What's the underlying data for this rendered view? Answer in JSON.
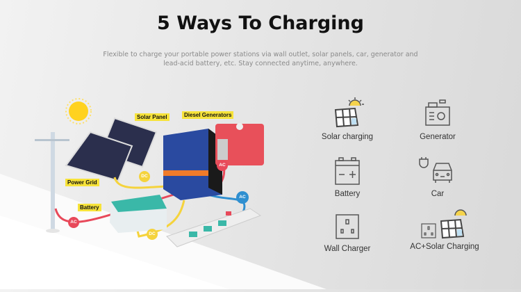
{
  "header": {
    "title": "5 Ways To Charging",
    "subtitle_line1": "Flexible to charge your portable power stations via wall outlet, solar panels, car, generator and",
    "subtitle_line2": "lead-acid battery, etc.  Stay connected anytime, anywhere."
  },
  "diagram": {
    "labels": {
      "solar_panel": "Solar Panel",
      "diesel_generators": "Diesel Generators",
      "power_grid": "Power Grid",
      "battery": "Battery"
    },
    "badges": {
      "dc": "DC",
      "ac": "AC"
    },
    "colors": {
      "ac_line": "#e8495a",
      "dc_line": "#f5d33c",
      "ac_out": "#2f8fd0",
      "inverter": "#2a4aa0",
      "generator": "#e8505a",
      "battery": "#3ab8a8"
    }
  },
  "methods": [
    {
      "label": "Solar charging",
      "icon": "solar-panel-icon"
    },
    {
      "label": "Generator",
      "icon": "generator-icon"
    },
    {
      "label": "Battery",
      "icon": "battery-icon"
    },
    {
      "label": "Car",
      "icon": "car-icon"
    },
    {
      "label": "Wall Charger",
      "icon": "wall-socket-icon"
    },
    {
      "label": "AC+Solar Charging",
      "icon": "ac-solar-icon"
    }
  ]
}
